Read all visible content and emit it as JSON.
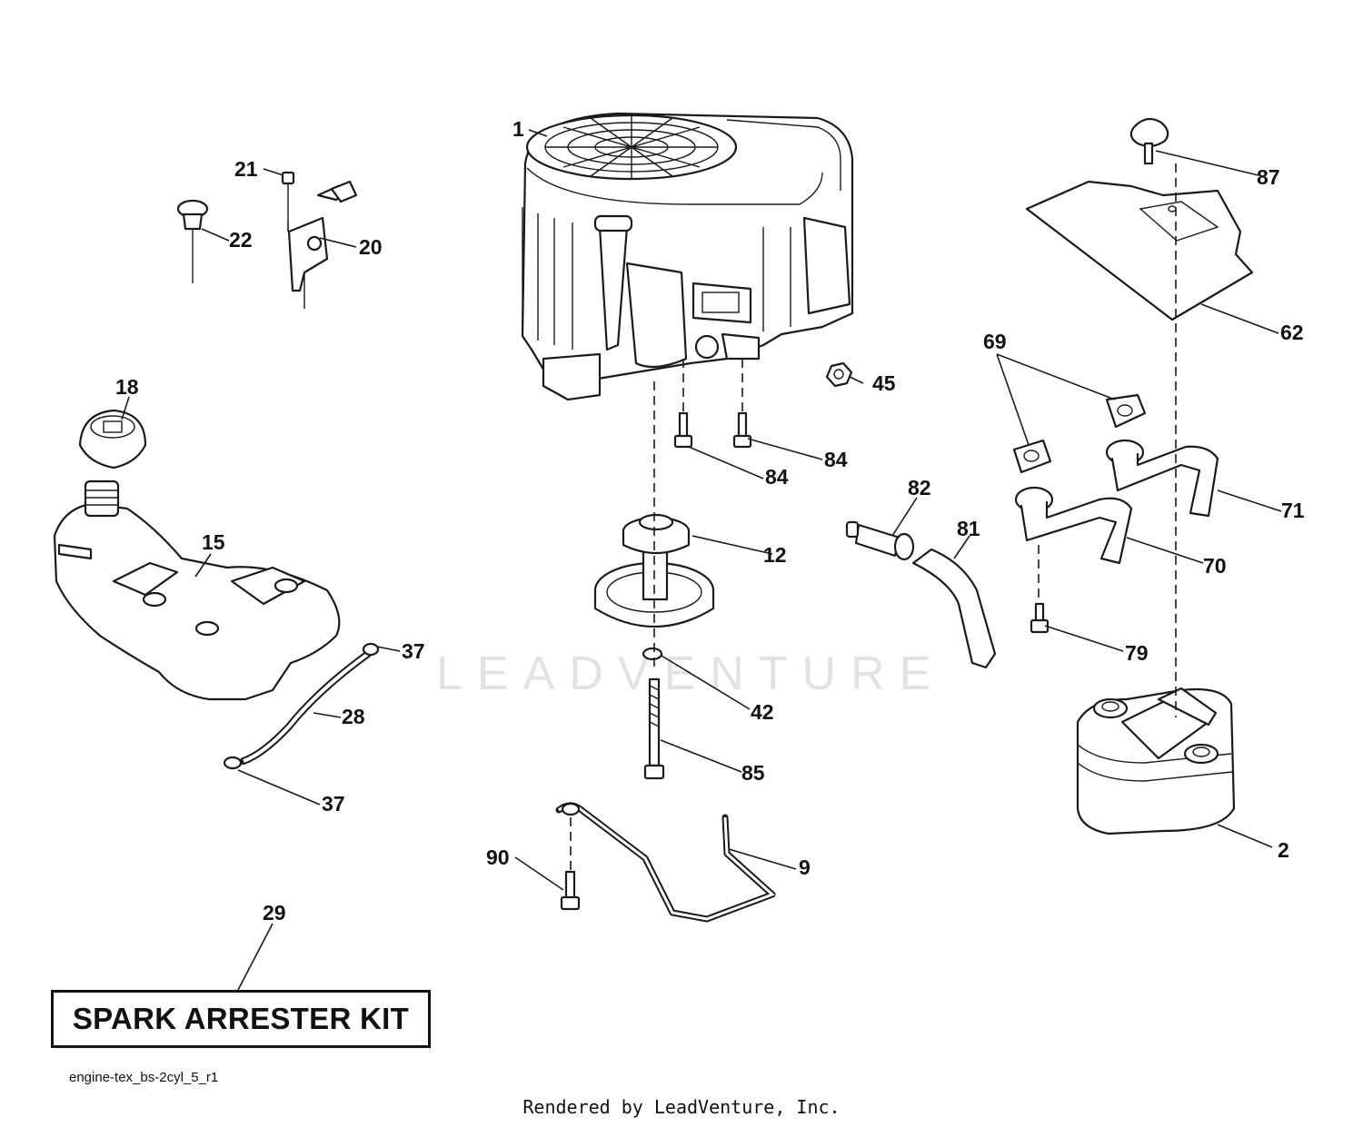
{
  "diagram": {
    "diagram_id": "engine-tex_bs-2cyl_5_r1",
    "watermark": "LEADVENTURE",
    "footer": "Rendered by LeadVenture, Inc.",
    "kit_label": "SPARK ARRESTER KIT"
  },
  "callouts": {
    "c1": "1",
    "c2": "2",
    "c9": "9",
    "c12": "12",
    "c15": "15",
    "c18": "18",
    "c20": "20",
    "c21": "21",
    "c22": "22",
    "c28": "28",
    "c29": "29",
    "c37a": "37",
    "c37b": "37",
    "c42": "42",
    "c45": "45",
    "c62": "62",
    "c69": "69",
    "c70": "70",
    "c71": "71",
    "c79": "79",
    "c81": "81",
    "c82": "82",
    "c84a": "84",
    "c84b": "84",
    "c85": "85",
    "c87": "87",
    "c90": "90"
  }
}
